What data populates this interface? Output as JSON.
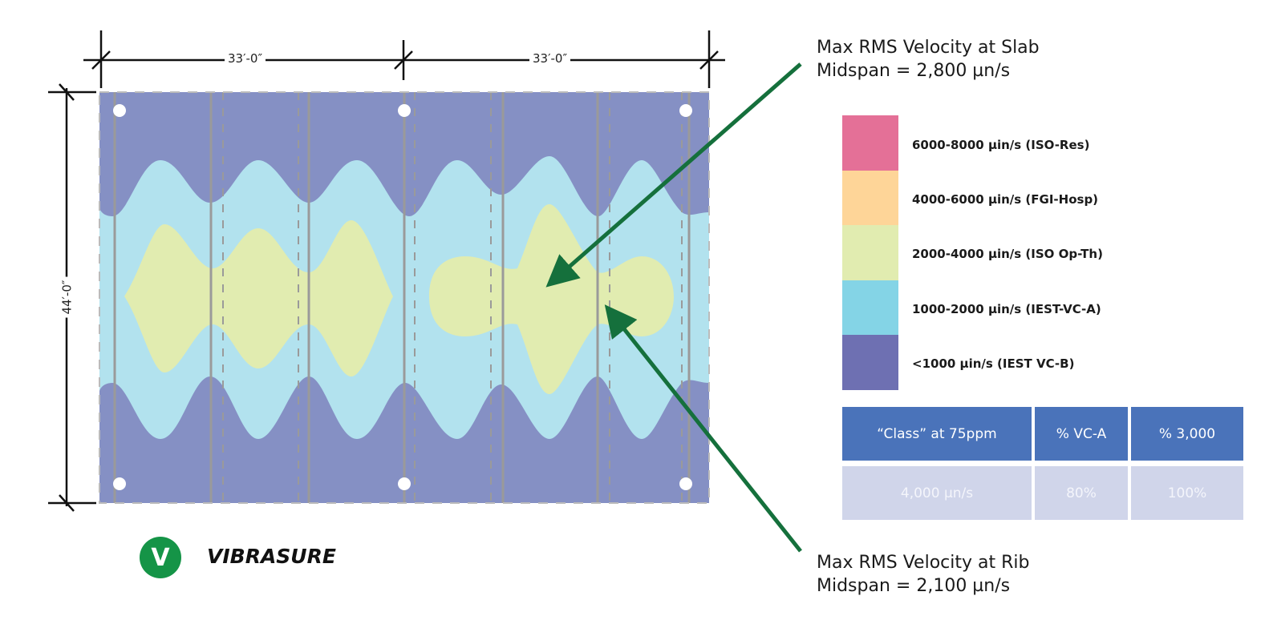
{
  "dimensions": {
    "span_left": "33′-0″",
    "span_right": "33′-0″",
    "height": "44′-0″"
  },
  "callouts": {
    "slab": {
      "line1": "Max RMS Velocity at Slab",
      "line2": "Midspan = 2,800 µn/s"
    },
    "rib": {
      "line1": "Max RMS Velocity at Rib",
      "line2": "Midspan = 2,100 µn/s"
    }
  },
  "legend": [
    {
      "label": "6000-8000 µin/s (ISO-Res)",
      "color": "#e47097"
    },
    {
      "label": "4000-6000 µin/s (FGI-Hosp)",
      "color": "#fed598"
    },
    {
      "label": "2000-4000 µin/s (ISO Op-Th)",
      "color": "#e1ecb0"
    },
    {
      "label": "1000-2000 µin/s (IEST-VC-A)",
      "color": "#84d4e6"
    },
    {
      "label": "<1000 µin/s (IEST VC-B)",
      "color": "#6e70b2"
    }
  ],
  "table": {
    "headers": [
      "“Class” at 75ppm",
      "% VC-A",
      "% 3,000"
    ],
    "values": [
      "4,000 µn/s",
      "80%",
      "100%"
    ]
  },
  "brand": {
    "logo_letter": "V",
    "name": "VIBRASURE"
  },
  "colors": {
    "arrow": "#15703c",
    "plan_low": "#8590c4",
    "plan_mid": "#b2e2ee",
    "plan_high": "#e1ecb0"
  }
}
